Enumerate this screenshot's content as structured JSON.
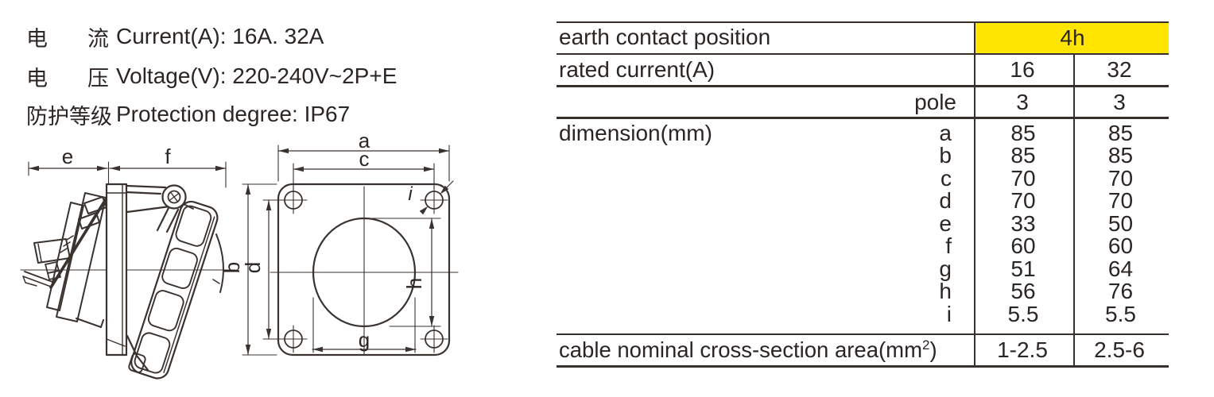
{
  "specs": {
    "lines": [
      {
        "cjk": [
          "电",
          "流"
        ],
        "latin": "Current(A): 16A. 32A"
      },
      {
        "cjk": [
          "电",
          "压"
        ],
        "latin": "Voltage(V): 220-240V~2P+E"
      },
      {
        "cjk": [
          "防",
          "护",
          "等",
          "级"
        ],
        "latin": "Protection degree: IP67"
      }
    ]
  },
  "table": {
    "highlight_color": "#ffe500",
    "earth_row": {
      "label": "earth contact position",
      "value": "4h"
    },
    "rated_row": {
      "label": "rated current(A)",
      "values": [
        "16",
        "32"
      ]
    },
    "pole_row": {
      "label": "pole",
      "values": [
        "3",
        "3"
      ]
    },
    "dimension": {
      "label": "dimension(mm)",
      "rows": [
        {
          "k": "a",
          "v16": "85",
          "v32": "85"
        },
        {
          "k": "b",
          "v16": "85",
          "v32": "85"
        },
        {
          "k": "c",
          "v16": "70",
          "v32": "70"
        },
        {
          "k": "d",
          "v16": "70",
          "v32": "70"
        },
        {
          "k": "e",
          "v16": "33",
          "v32": "50"
        },
        {
          "k": "f",
          "v16": "60",
          "v32": "60"
        },
        {
          "k": "g",
          "v16": "51",
          "v32": "64"
        },
        {
          "k": "h",
          "v16": "56",
          "v32": "76"
        },
        {
          "k": "i",
          "v16": "5.5",
          "v32": "5.5"
        }
      ]
    },
    "cable_row": {
      "label_main": "cable nominal cross-section area(mm",
      "label_sup": "2",
      "label_close": ")",
      "values": [
        "1-2.5",
        "2.5-6"
      ]
    }
  },
  "drawings": {
    "side_view": {
      "dim_e": "e",
      "dim_f": "f"
    },
    "front_view": {
      "dim_a": "a",
      "dim_b": "b",
      "dim_c": "c",
      "dim_d": "d",
      "dim_g": "g",
      "dim_h": "h",
      "dim_i": "i"
    }
  }
}
